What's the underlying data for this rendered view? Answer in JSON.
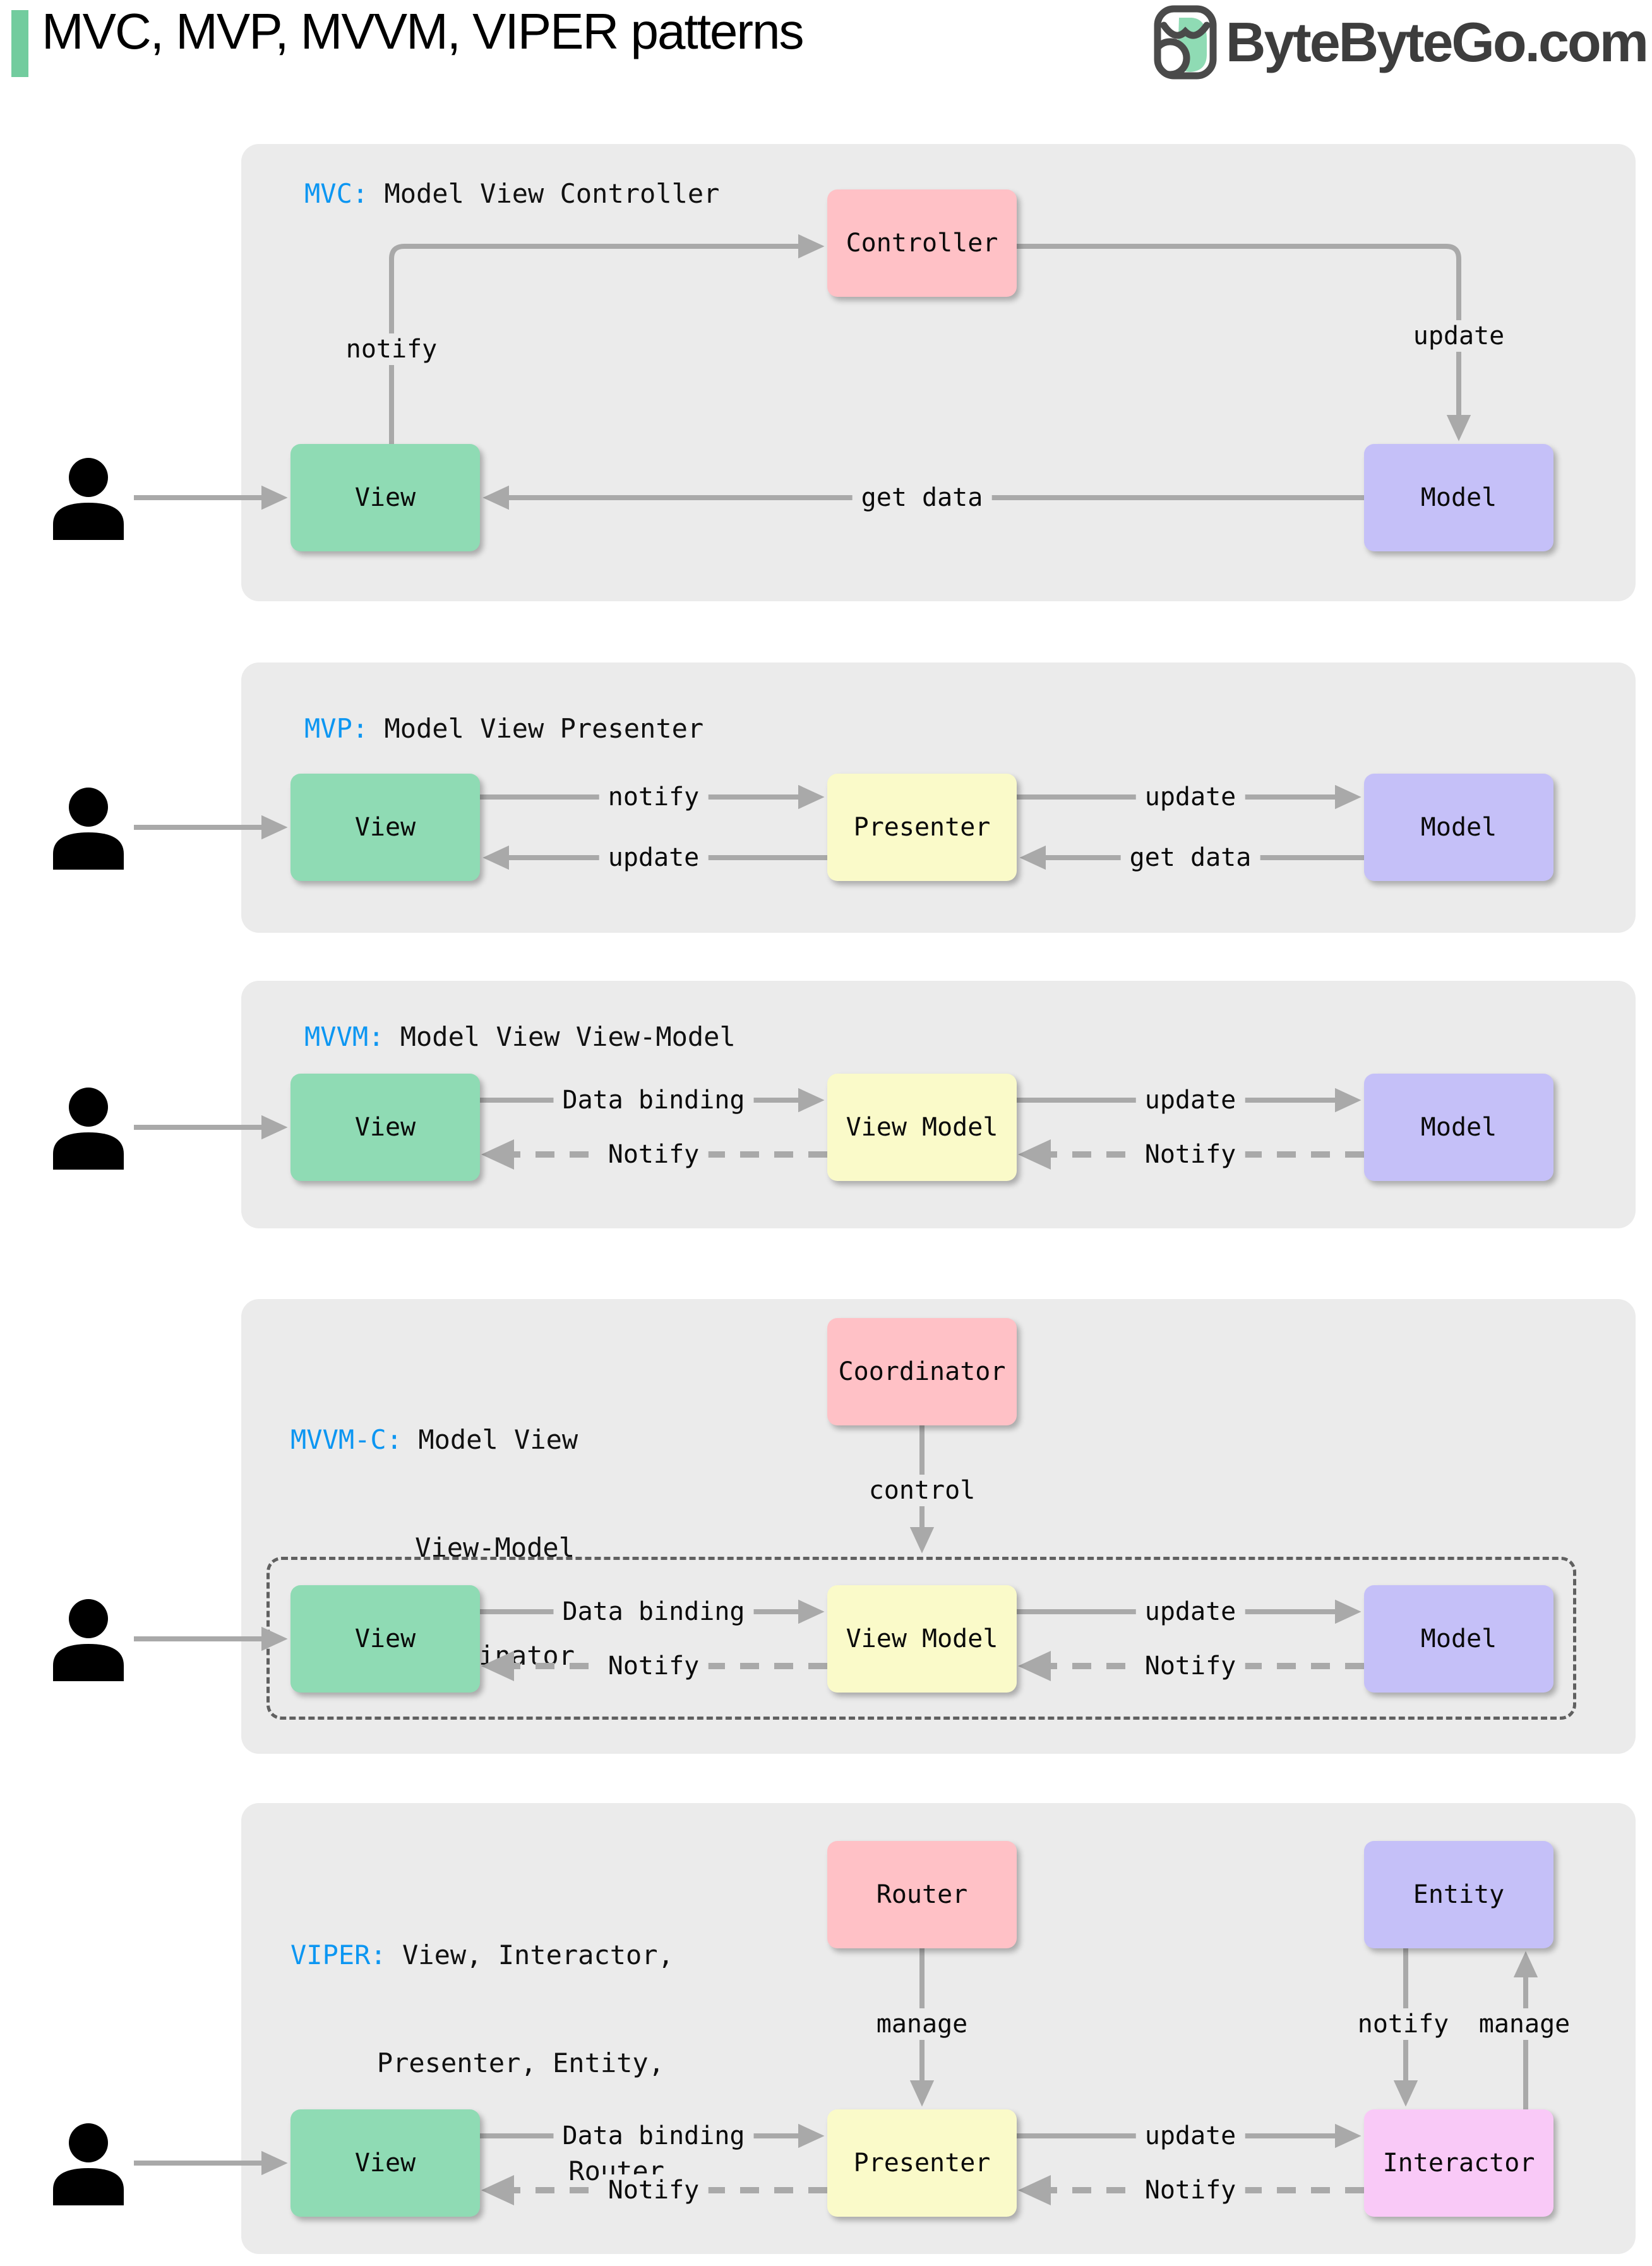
{
  "header": {
    "title": "MVC, MVP, MVVM, VIPER patterns",
    "brand": "ByteByteGo.com"
  },
  "colors": {
    "accent_green": "#72CC9E",
    "box_green": "#8FDBB4",
    "box_pink": "#FFC1C6",
    "box_purple": "#C5C0F8",
    "box_yellow": "#FAFAC9",
    "box_magenta": "#F9C9F7",
    "panel_gray": "#EBEBEB",
    "arrow_gray": "#A9A9A9",
    "tag_blue": "#0C96F2",
    "brand_gray": "#3D3D3D"
  },
  "panels": [
    {
      "tag": "MVC:",
      "title": "Model View Controller",
      "boxes": {
        "controller": "Controller",
        "view": "View",
        "model": "Model"
      },
      "labels": {
        "notify": "notify",
        "update": "update",
        "get_data": "get data"
      }
    },
    {
      "tag": "MVP:",
      "title": "Model View Presenter",
      "boxes": {
        "view": "View",
        "presenter": "Presenter",
        "model": "Model"
      },
      "labels": {
        "notify": "notify",
        "update_view": "update",
        "update_model": "update",
        "get_data": "get data"
      }
    },
    {
      "tag": "MVVM:",
      "title": "Model View View-Model",
      "boxes": {
        "view": "View",
        "view_model": "View Model",
        "model": "Model"
      },
      "labels": {
        "data_binding": "Data binding",
        "notify_view": "Notify",
        "update": "update",
        "notify_vm": "Notify"
      }
    },
    {
      "tag": "MVVM-C:",
      "title_lines": [
        "Model View",
        "View-Model",
        "Coordinator"
      ],
      "boxes": {
        "coordinator": "Coordinator",
        "view": "View",
        "view_model": "View Model",
        "model": "Model"
      },
      "labels": {
        "control": "control",
        "data_binding": "Data binding",
        "notify_view": "Notify",
        "update": "update",
        "notify_vm": "Notify"
      }
    },
    {
      "tag": "VIPER:",
      "title_lines": [
        "View, Interactor,",
        "Presenter, Entity,",
        "Router"
      ],
      "boxes": {
        "router": "Router",
        "entity": "Entity",
        "view": "View",
        "presenter": "Presenter",
        "interactor": "Interactor"
      },
      "labels": {
        "manage_router": "manage",
        "notify_entity": "notify",
        "manage_entity": "manage",
        "data_binding": "Data binding",
        "notify_view": "Notify",
        "update": "update",
        "notify_presenter": "Notify"
      }
    }
  ]
}
